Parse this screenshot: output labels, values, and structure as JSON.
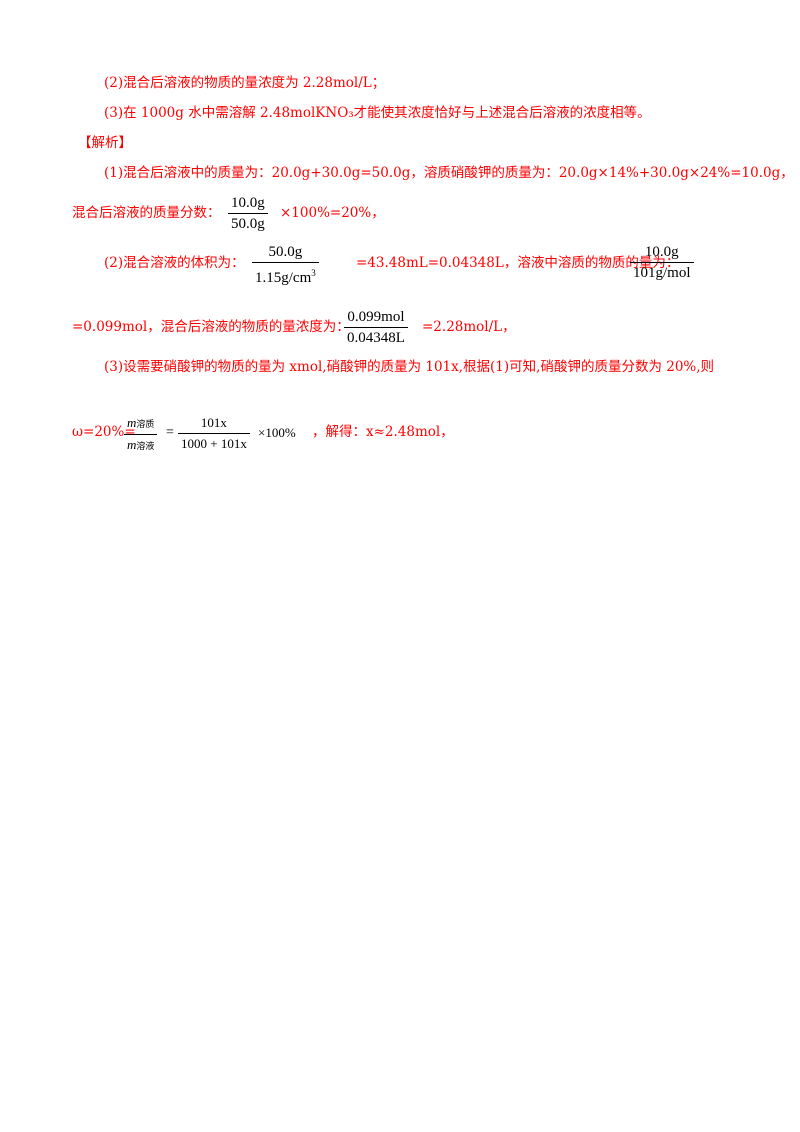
{
  "lines": {
    "l2": "(2)混合后溶液的物质的量浓度为 2.28mol/L；",
    "l3": "(3)在 1000g 水中需溶解 2.48molKNO₃才能使其浓度恰好与上述混合后溶液的浓度相等。",
    "jiexi": "【解析】",
    "s1": "(1)混合后溶液中的质量为：20.0g+30.0g=50.0g，溶质硝酸钾的质量为：20.0g×14%+30.0g×24%=10.0g，",
    "s1b_pre": "混合后溶液的质量分数：",
    "s1b_post": "×100%=20%，",
    "s2_pre": "(2)混合溶液的体积为：",
    "s2_mid": "=43.48mL=0.04348L，溶液中溶质的物质的量为：",
    "s2b_pre": "=0.099mol，混合后溶液的物质的量浓度为：",
    "s2b_post": "=2.28mol/L，",
    "s3": "(3)设需要硝酸钾的物质的量为 xmol,硝酸钾的质量为 101x,根据(1)可知,硝酸钾的质量分数为 20%,则",
    "s3b_pre": "ω=20%=",
    "s3b_post": "，解得：x≈2.48mol，"
  },
  "fractions": {
    "f1": {
      "num": "10.0g",
      "den": "50.0g"
    },
    "f2": {
      "num": "50.0g",
      "den": "1.15g/cm"
    },
    "f2_exp": "3",
    "f3": {
      "num": "10.0g",
      "den": "101g/mol"
    },
    "f4": {
      "num": "0.099mol",
      "den": "0.04348L"
    },
    "f5": {
      "num": "m",
      "num_sub": "溶质",
      "den": "m",
      "den_sub": "溶液"
    },
    "f6": {
      "num": "101x",
      "den": "1000 + 101x"
    },
    "eq": "=",
    "times100": "×100%"
  }
}
